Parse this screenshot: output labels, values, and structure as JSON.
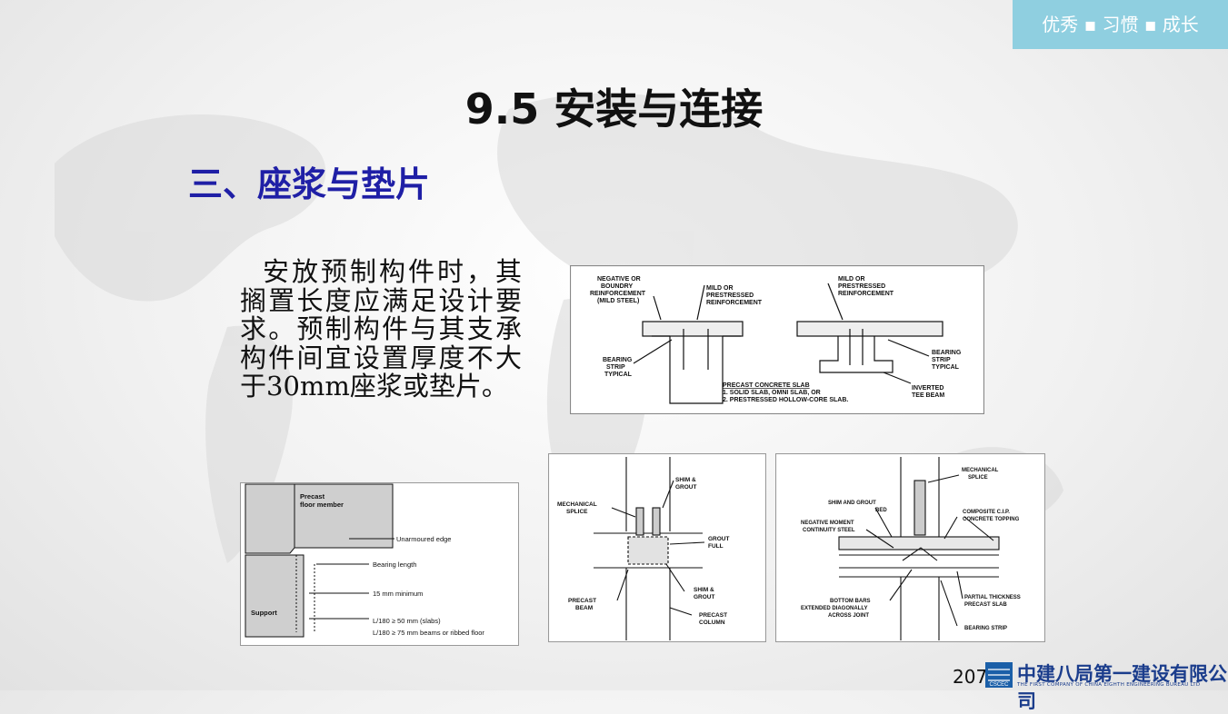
{
  "header": {
    "tagline": "优秀 ▪ 习惯 ▪ 成长",
    "title": "9.5  安装与连接",
    "subtitle": "三、座浆与垫片"
  },
  "body": {
    "paragraph": "安放预制构件时，其搁置长度应满足设计要求。预制构件与其支承构件间宜设置厚度不大于30mm座浆或垫片。"
  },
  "figures": {
    "slab_detail": {
      "neg_reinf": [
        "NEGATIVE OR",
        "BOUNDRY",
        "REINFORCEMENT",
        "(MILD STEEL)"
      ],
      "mild_a": [
        "MILD OR",
        "PRESTRESSED",
        "REINFORCEMENT"
      ],
      "mild_b": [
        "MILD OR",
        "PRESTRESSED",
        "REINFORCEMENT"
      ],
      "bearing_left": [
        "BEARING",
        "STRIP",
        "TYPICAL"
      ],
      "bearing_right": [
        "BEARING",
        "STRIP",
        "TYPICAL"
      ],
      "slab_title": "PRECAST CONCRETE SLAB",
      "slab_1": "1. SOLID SLAB, OMNI SLAB, OR",
      "slab_2": "2. PRESTRESSED HOLLOW-CORE SLAB.",
      "inverted": [
        "INVERTED",
        "TEE BEAM"
      ]
    },
    "bearing_detail": {
      "precast": [
        "Precast",
        "floor member"
      ],
      "unarmoured": "Unarmoured edge",
      "bearing_length": "Bearing length",
      "min15": "15 mm minimum",
      "support": "Support",
      "l180_slab": "L/180 ≥ 50 mm (slabs)",
      "l180_beam": "L/180 ≥ 75 mm beams or ribbed floor"
    },
    "column_detail": {
      "shim_grout_top": [
        "SHIM &",
        "GROUT"
      ],
      "mech_splice": [
        "MECHANICAL",
        "SPLICE"
      ],
      "grout_full": [
        "GROUT",
        "FULL"
      ],
      "shim_grout_bot": [
        "SHIM &",
        "GROUT"
      ],
      "precast_beam": [
        "PRECAST",
        "BEAM"
      ],
      "precast_column": [
        "PRECAST",
        "COLUMN"
      ]
    },
    "joint_detail": {
      "mech_splice": [
        "MECHANICAL",
        "SPLICE"
      ],
      "shim_bed": [
        "SHIM AND GROUT",
        "BED"
      ],
      "neg_moment": [
        "NEGATIVE MOMENT",
        "CONTINUITY STEEL"
      ],
      "composite": [
        "COMPOSITE C.I.P.",
        "CONCRETE TOPPING"
      ],
      "bottom_bars": [
        "BOTTOM BARS",
        "EXTENDED DIAGONALLY",
        "ACROSS JOINT"
      ],
      "partial": [
        "PARTIAL THICKNESS",
        "PRECAST SLAB"
      ],
      "bearing_strip": "BEARING STRIP"
    }
  },
  "footer": {
    "page_number": "207",
    "company_cn": "中建八局第一建设有限公司",
    "company_en": "THE FIRST COMPANY OF CHINA EIGHTH ENGINEERING BUREAU LTD",
    "logo_text": "CSCEC"
  }
}
